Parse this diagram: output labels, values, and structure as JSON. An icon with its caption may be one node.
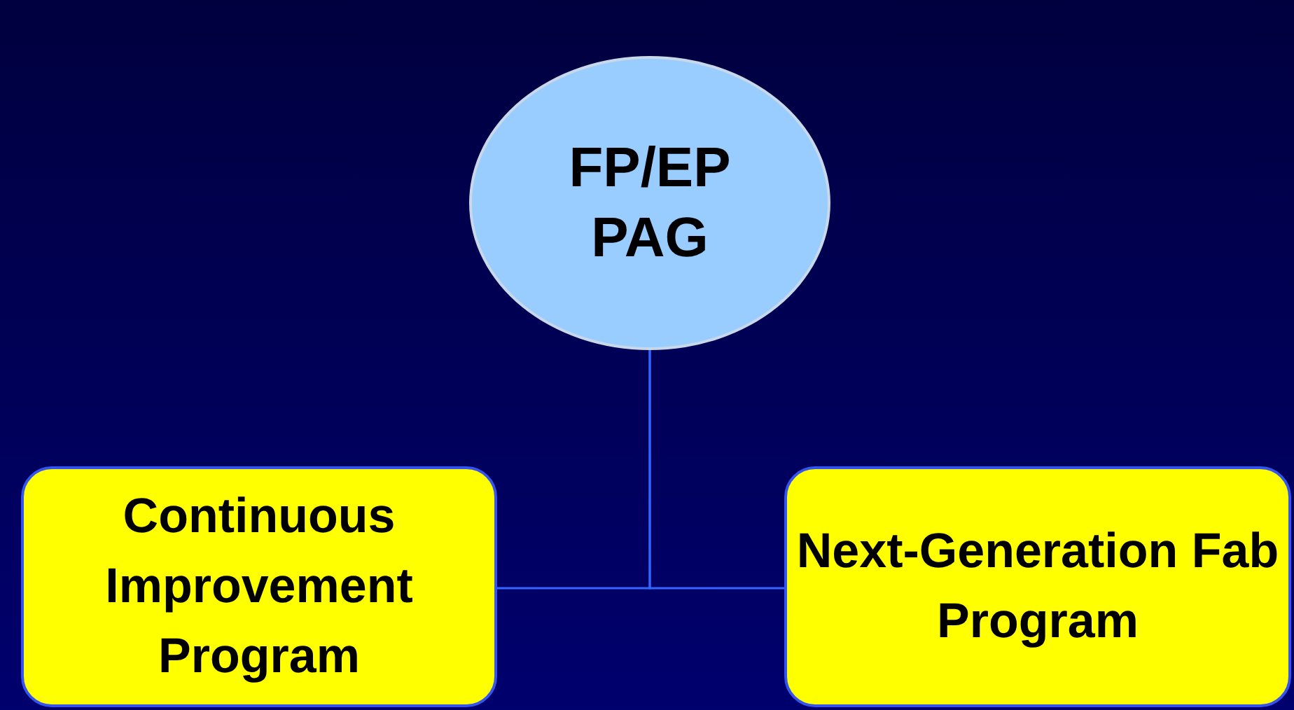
{
  "diagram": {
    "nodes": [
      {
        "text": [
          "FP/EP PAG"
        ]
      },
      {
        "text": [
          "Continuous Improvement Program"
        ]
      },
      {
        "text": [
          "Next-Generation Fab Program"
        ]
      }
    ],
    "edges": [
      {
        "from": 0,
        "to": 1,
        "arrow": "none"
      },
      {
        "from": 0,
        "to": 2,
        "arrow": "none"
      }
    ]
  }
}
